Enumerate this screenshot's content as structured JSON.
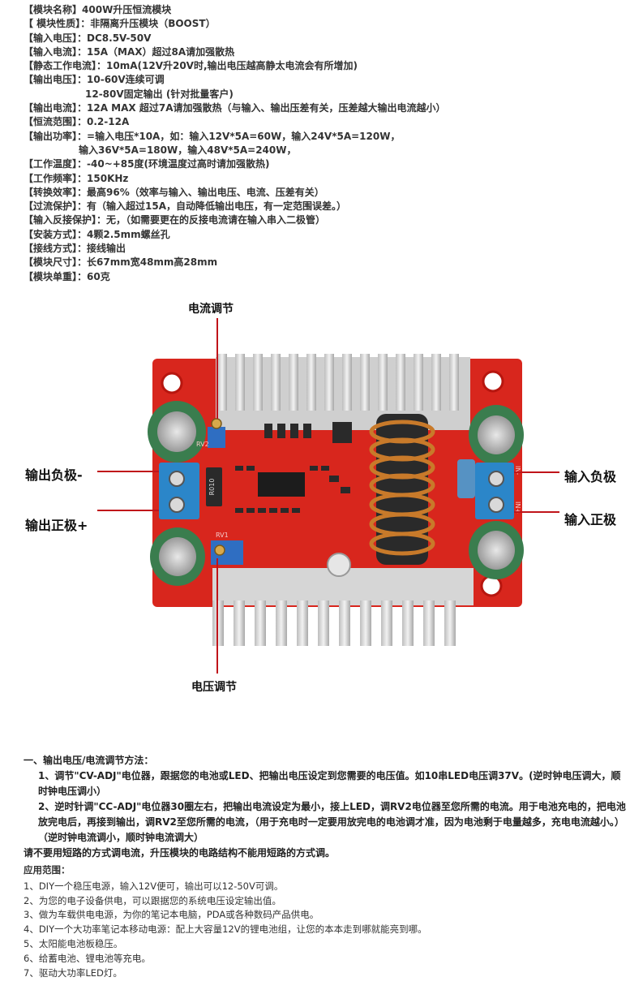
{
  "specs": [
    {
      "label": "【模块名称】",
      "value": "400W升压恒流模块"
    },
    {
      "label": "【 模块性质】",
      "value": "：非隔离升压模块（BOOST）"
    },
    {
      "label": "【输入电压】",
      "value": "：DC8.5V-50V"
    },
    {
      "label": "【输入电流】",
      "value": "：15A（MAX）超过8A请加强散热"
    },
    {
      "label": "【静态工作电流】",
      "value": "：10mA(12V升20V时,输出电压越高静太电流会有所增加)"
    },
    {
      "label": "【输出电压】",
      "value": "：10-60V连续可调"
    },
    {
      "label": "",
      "value": "12-80V固定输出 (针对批量客户)"
    },
    {
      "label": "【输出电流】",
      "value": "：12A MAX 超过7A请加强散热（与输入、输出压差有关，压差越大输出电流越小）"
    },
    {
      "label": "【恒流范围】",
      "value": "：0.2-12A"
    },
    {
      "label": "【输出功率】",
      "value": "：=输入电压*10A，如：输入12V*5A=60W，输入24V*5A=120W，"
    },
    {
      "label": "",
      "value": "输入36V*5A=180W，输入48V*5A=240W，"
    },
    {
      "label": "【工作温度】",
      "value": "：-40~+85度(环境温度过高时请加强散热)"
    },
    {
      "label": "【工作频率】",
      "value": "：150KHz"
    },
    {
      "label": "【转换效率】",
      "value": "：最高96%（效率与输入、输出电压、电流、压差有关）"
    },
    {
      "label": "【过流保护】",
      "value": "：有（输入超过15A，自动降低输出电压，有一定范围误差。）"
    },
    {
      "label": "【输入反接保护】",
      "value": "：无，（如需要更在的反接电流请在输入串入二极管）"
    },
    {
      "label": "【安装方式】",
      "value": "：4颗2.5mm螺丝孔"
    },
    {
      "label": "【接线方式】",
      "value": "：接线输出"
    },
    {
      "label": "【模块尺寸】",
      "value": "：长67mm宽48mm高28mm"
    },
    {
      "label": "【模块单重】",
      "value": "：60克"
    }
  ],
  "photo": {
    "label_current": "电流调节",
    "label_voltage": "电压调节",
    "label_out_neg": "输出负极-",
    "label_out_pos": "输出正极+",
    "label_in_neg": "输入负极",
    "label_in_pos": "输入正极",
    "silk_r010": "R010",
    "silk_rv2": "RV2",
    "silk_rv1": "RV1",
    "silk_in_minus": "IN-",
    "silk_in_plus": "IN+",
    "colors": {
      "pcb": "#d8261d",
      "heatsink": "#dcdcdc",
      "terminal": "#2b86c9",
      "cap": "#3a7d4e",
      "coil": "#c87a2a",
      "callout": "#c0141a"
    }
  },
  "method": {
    "title": "一、输出电压/电流调节方法：",
    "p1": "1、调节\"CV-ADJ\"电位器，跟据您的电池或LED、把输出电压设定到您需要的电压值。如10串LED电压调37V。(逆时钟电压调大，顺时钟电压调小）",
    "p2": "2、逆时针调\"CC-ADJ\"电位器30圈左右，把输出电流设定为最小，接上LED，调RV2电位器至您所需的电流。用于电池充电的，把电池放完电后，再接到输出，调RV2至您所需的电流，（用于充电时一定要用放完电的电池调才准，因为电池剩于电量越多，充电电流越小。）（逆时钟电流调小，顺时钟电流调大）",
    "p3": "请不要用短路的方式调电流，升压模块的电路结构不能用短路的方式调。"
  },
  "apps": {
    "title": "应用范围：",
    "items": [
      "1、DIY一个稳压电源，输入12V便可，输出可以12-50V可调。",
      "2、为您的电子设备供电，可以跟据您的系统电压设定输出值。",
      "3、做为车载供电电源，为你的笔记本电脑，PDA或各种数码产品供电。",
      "4、DIY一个大功率笔记本移动电源：配上大容量12V的锂电池组，让您的本本走到哪就能亮到哪。",
      "5、太阳能电池板稳压。",
      "6、给蓄电池、锂电池等充电。",
      "7、驱动大功率LED灯。"
    ]
  }
}
